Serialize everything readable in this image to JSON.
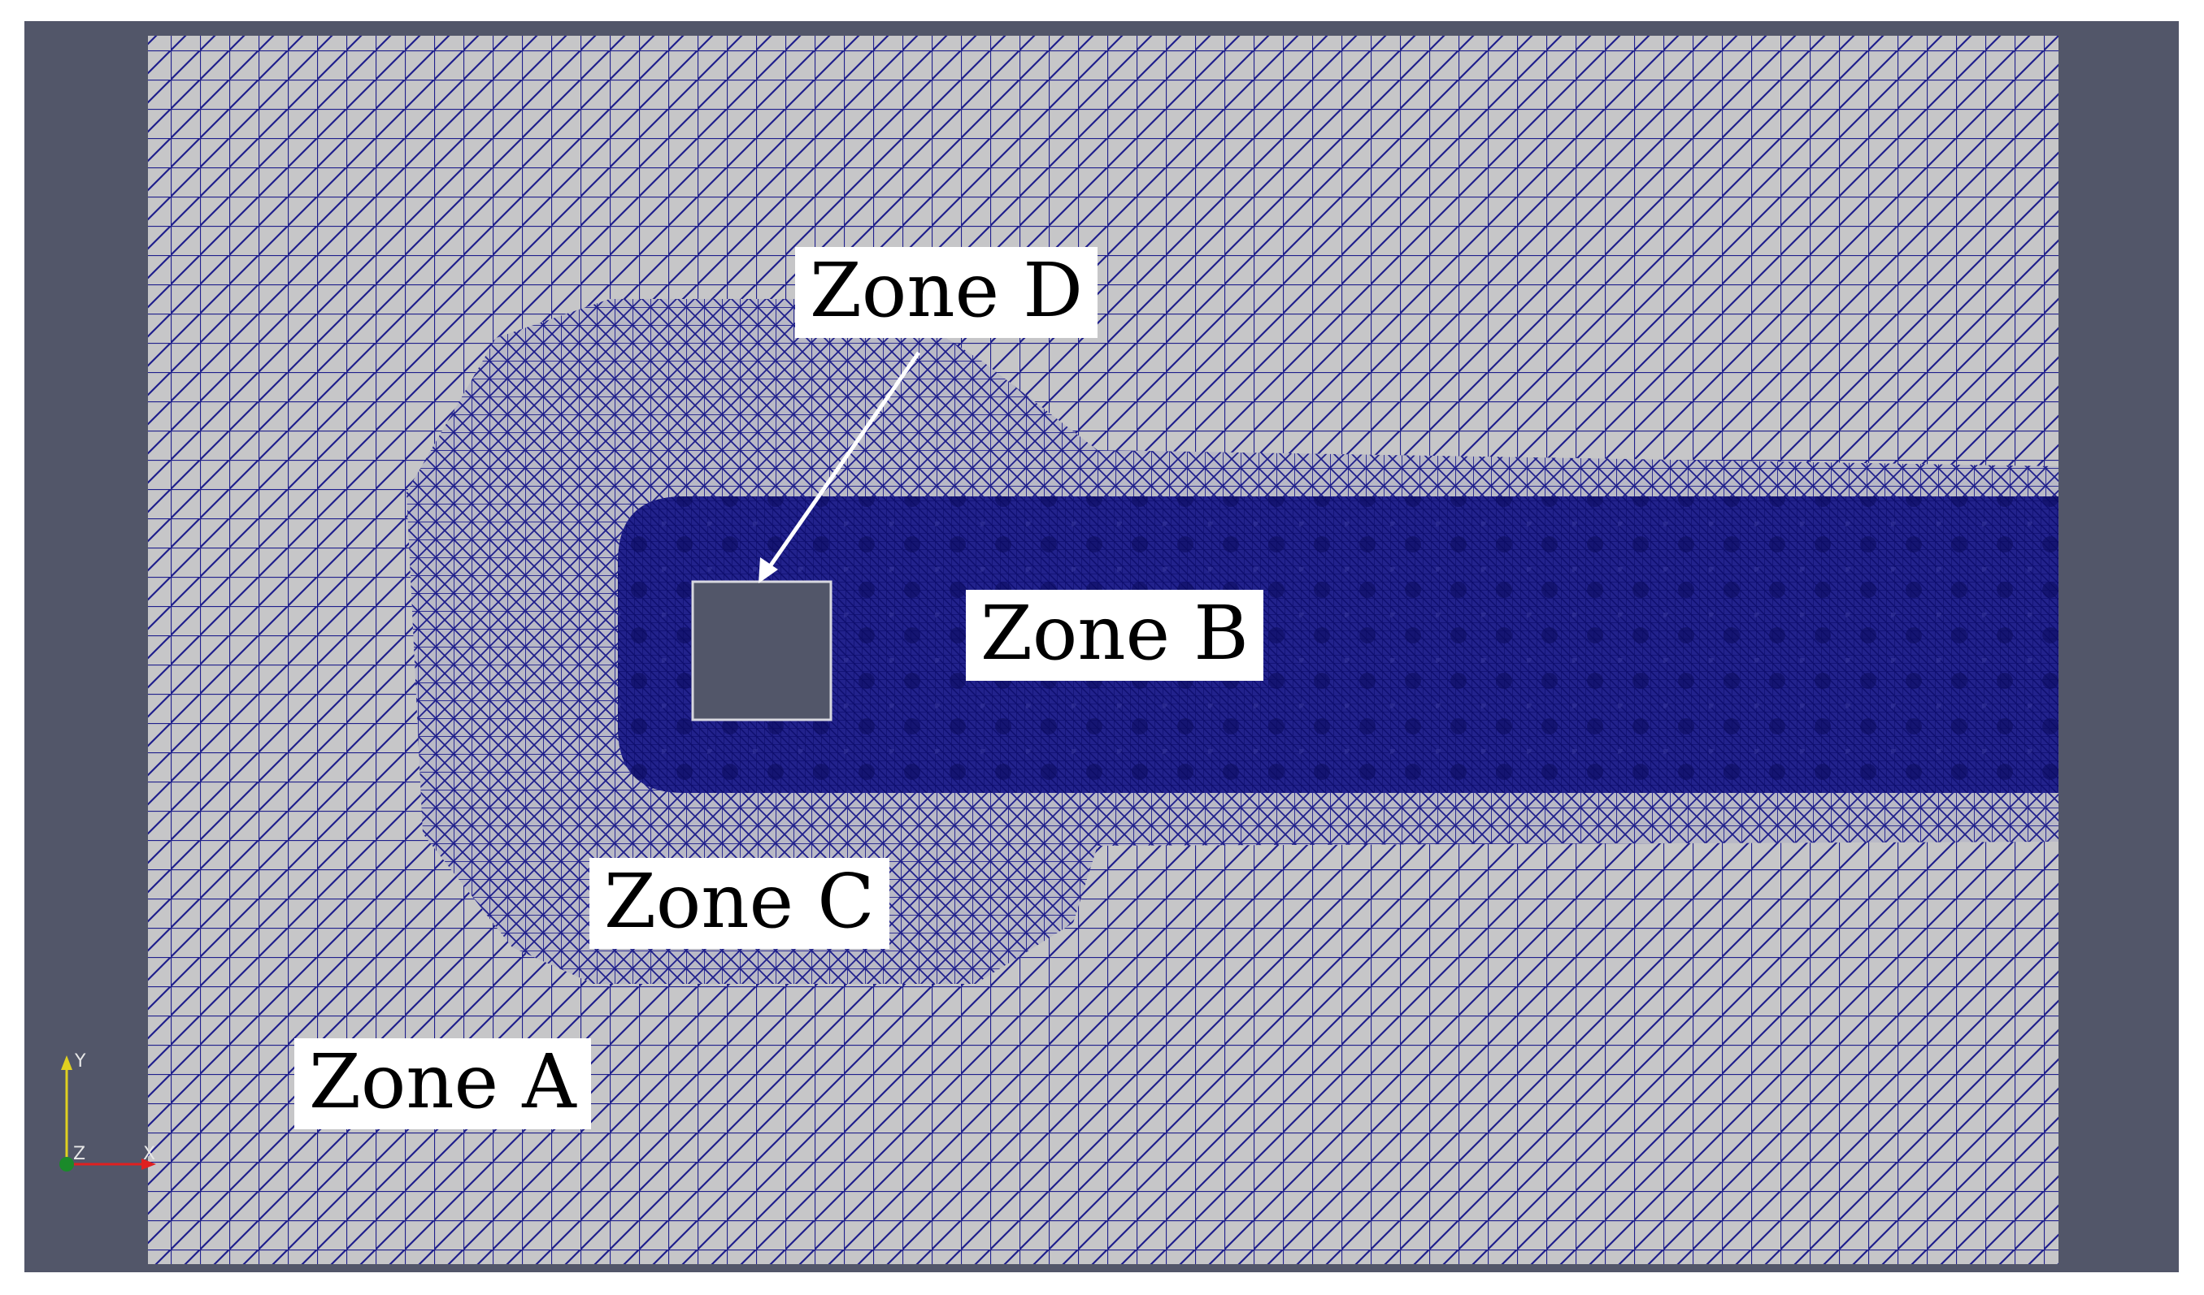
{
  "labels": {
    "zone_a": "Zone A",
    "zone_b": "Zone B",
    "zone_c": "Zone C",
    "zone_d": "Zone D"
  },
  "axes": {
    "x": "X",
    "y": "Y",
    "z": "Z"
  },
  "colors": {
    "background": "#525669",
    "mesh_fill": "#c6c6c8",
    "mesh_lines": "#1f1f8c",
    "dense_zone": "#1a1a86",
    "obstacle": "#525669",
    "label_bg": "#ffffff",
    "arrow": "#ffffff",
    "axis_x": "#e02020",
    "axis_y": "#e0d020",
    "axis_z": "#1a8a2a"
  }
}
